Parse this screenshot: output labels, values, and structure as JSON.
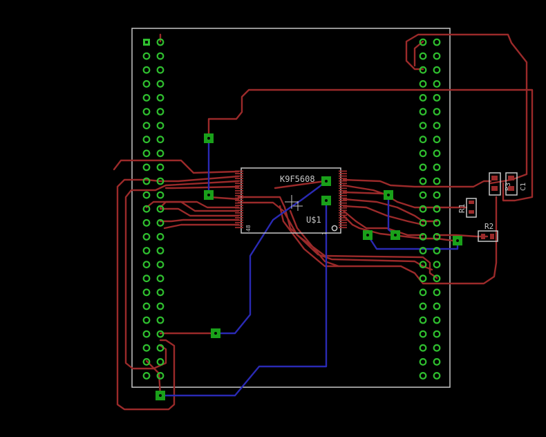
{
  "canvas": {
    "background": "#000000"
  },
  "colors": {
    "outline": "#c8c8c8",
    "top_trace": "#9b2a2a",
    "bottom_trace": "#2a2ab4",
    "via_pad": "#1aa01a",
    "via_hole": "#000000",
    "pin": "#2fbf2f",
    "smd_pad": "#9b2a2a",
    "label": "#c8c8c8"
  },
  "labels": {
    "chip_part": "K9F5608",
    "chip_name": "U$1",
    "chip_pin": "48",
    "chip_pin_one": "1",
    "r1": "R1",
    "r2": "R2",
    "r3": "R3",
    "c1": "C1"
  }
}
